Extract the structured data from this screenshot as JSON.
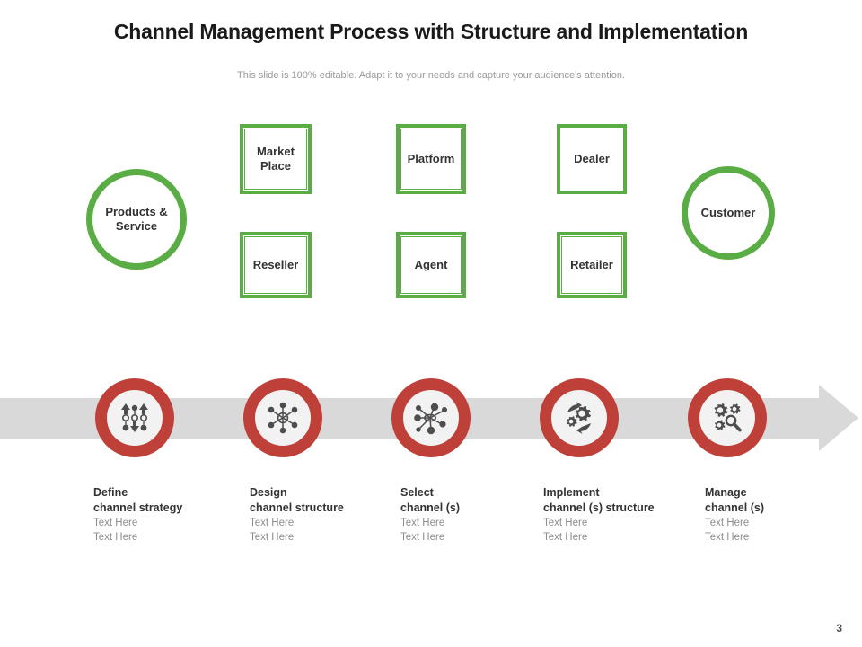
{
  "header": {
    "title": "Channel Management Process with Structure and Implementation",
    "subtitle": "This slide is 100% editable. Adapt it to your needs and capture your audience's attention."
  },
  "channel_map": {
    "source": {
      "label": "Products & Service"
    },
    "destination": {
      "label": "Customer"
    },
    "intermediaries_row1": [
      {
        "label": "Market Place"
      },
      {
        "label": "Platform"
      },
      {
        "label": "Dealer"
      }
    ],
    "intermediaries_row2": [
      {
        "label": "Reseller"
      },
      {
        "label": "Agent"
      },
      {
        "label": "Retailer"
      }
    ]
  },
  "process": {
    "steps": [
      {
        "icon": "strategy-arrows-icon",
        "head_line1": "Define",
        "head_line2": "channel strategy",
        "sub1": "Text Here",
        "sub2": "Text Here"
      },
      {
        "icon": "network-hub-icon",
        "head_line1": "Design",
        "head_line2": "channel structure",
        "sub1": "Text Here",
        "sub2": "Text Here"
      },
      {
        "icon": "node-cluster-icon",
        "head_line1": "Select",
        "head_line2": "channel (s)",
        "sub1": "Text Here",
        "sub2": "Text Here"
      },
      {
        "icon": "gears-rotation-icon",
        "head_line1": "Implement",
        "head_line2": "channel (s) structure",
        "sub1": "Text Here",
        "sub2": "Text Here"
      },
      {
        "icon": "gears-magnifier-icon",
        "head_line1": "Manage",
        "head_line2": "channel (s)",
        "sub1": "Text Here",
        "sub2": "Text Here"
      }
    ]
  },
  "footer": {
    "page_number": "3"
  },
  "colors": {
    "green": "#5aad44",
    "red": "#bf4038",
    "arrow_gray": "#d9d9d9",
    "icon_gray": "#4d4d4d",
    "text_dark": "#333333",
    "text_muted": "#8d8d8d"
  }
}
